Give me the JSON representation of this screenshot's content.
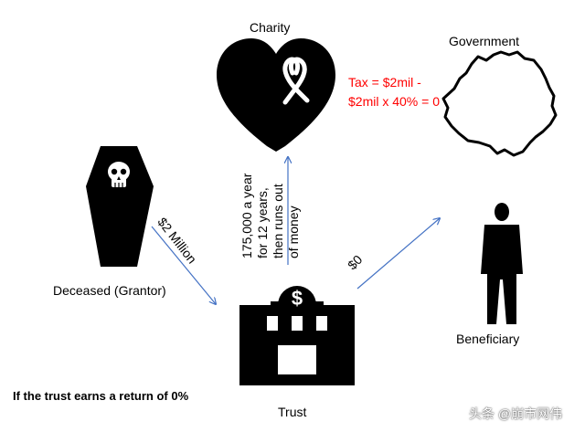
{
  "nodes": {
    "charity": "Charity",
    "government": "Government",
    "deceased": "Deceased (Grantor)",
    "beneficiary": "Beneficiary",
    "trust": "Trust"
  },
  "tax_formula": {
    "line1": "Tax = $2mil -",
    "line2": "$2mil x 40% = 0"
  },
  "flows": {
    "to_trust": "$2 Million",
    "to_beneficiary": "$0",
    "to_charity": [
      "175,000 a year",
      "for 12  years,",
      "then runs  out",
      "of money"
    ]
  },
  "footnote": "If the trust earns a return of 0%",
  "watermark": "头条 @崩市网伟",
  "colors": {
    "arrow": "#4472c4",
    "tax_text": "#ff0000",
    "icon": "#000000"
  }
}
